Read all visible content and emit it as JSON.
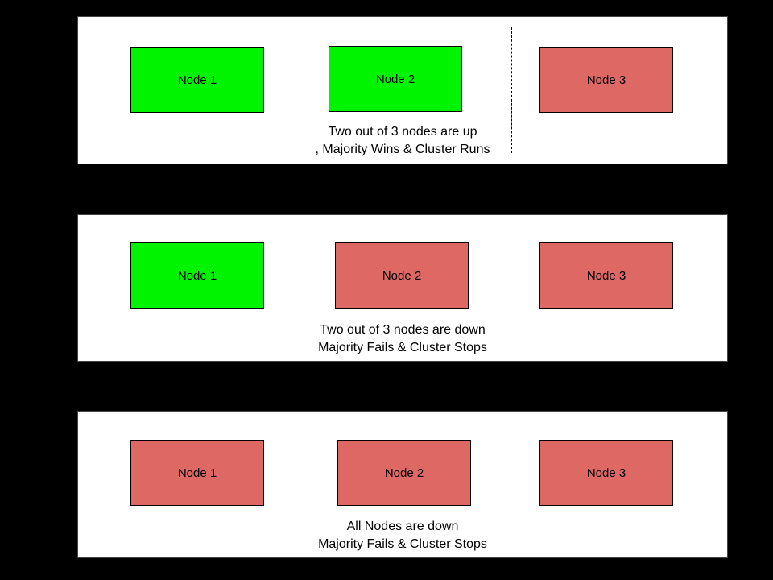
{
  "colors": {
    "background": "#000000",
    "panel_bg": "#ffffff",
    "panel_border": "#444444",
    "node_up": "#00f400",
    "node_down": "#dd6864",
    "node_border": "#000000",
    "divider": "#000000"
  },
  "panels": [
    {
      "name": "majority-up",
      "nodes": [
        {
          "label": "Node 1",
          "status": "up"
        },
        {
          "label": "Node 2",
          "status": "up"
        },
        {
          "label": "Node 3",
          "status": "down"
        }
      ],
      "caption": {
        "line1": "Two out of 3 nodes are up",
        "line2": ", Majority Wins & Cluster Runs"
      },
      "has_partition_line": true
    },
    {
      "name": "majority-down",
      "nodes": [
        {
          "label": "Node 1",
          "status": "up"
        },
        {
          "label": "Node 2",
          "status": "down"
        },
        {
          "label": "Node 3",
          "status": "down"
        }
      ],
      "caption": {
        "line1": "Two out of 3 nodes are down",
        "line2": "Majority Fails & Cluster Stops"
      },
      "has_partition_line": true
    },
    {
      "name": "all-down",
      "nodes": [
        {
          "label": "Node 1",
          "status": "down"
        },
        {
          "label": "Node 2",
          "status": "down"
        },
        {
          "label": "Node 3",
          "status": "down"
        }
      ],
      "caption": {
        "line1": "All Nodes are down",
        "line2": "Majority Fails & Cluster Stops"
      },
      "has_partition_line": false
    }
  ]
}
